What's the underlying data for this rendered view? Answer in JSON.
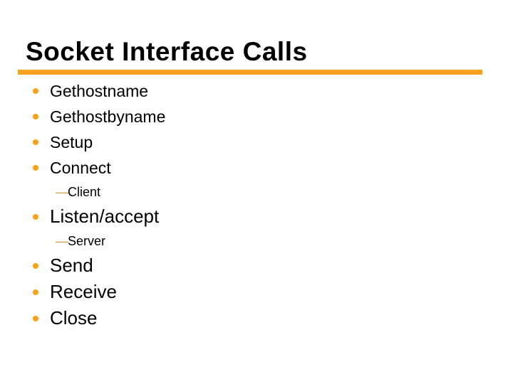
{
  "slide": {
    "title": "Socket Interface Calls",
    "colors": {
      "accent": "#f7a11c",
      "sub_dash": "#c9a24a",
      "text": "#000000",
      "background": "#ffffff"
    },
    "glyphs": {
      "level2_dash": "—"
    },
    "bullets": [
      {
        "level": 1,
        "text": "Gethostname"
      },
      {
        "level": 1,
        "text": "Gethostbyname"
      },
      {
        "level": 1,
        "text": "Setup"
      },
      {
        "level": 1,
        "text": "Connect"
      },
      {
        "level": 2,
        "text": "Client"
      },
      {
        "level": 1,
        "text": "Listen/accept"
      },
      {
        "level": 2,
        "text": "Server"
      },
      {
        "level": 1,
        "text": "Send"
      },
      {
        "level": 1,
        "text": "Receive"
      },
      {
        "level": 1,
        "text": "Close"
      }
    ]
  }
}
